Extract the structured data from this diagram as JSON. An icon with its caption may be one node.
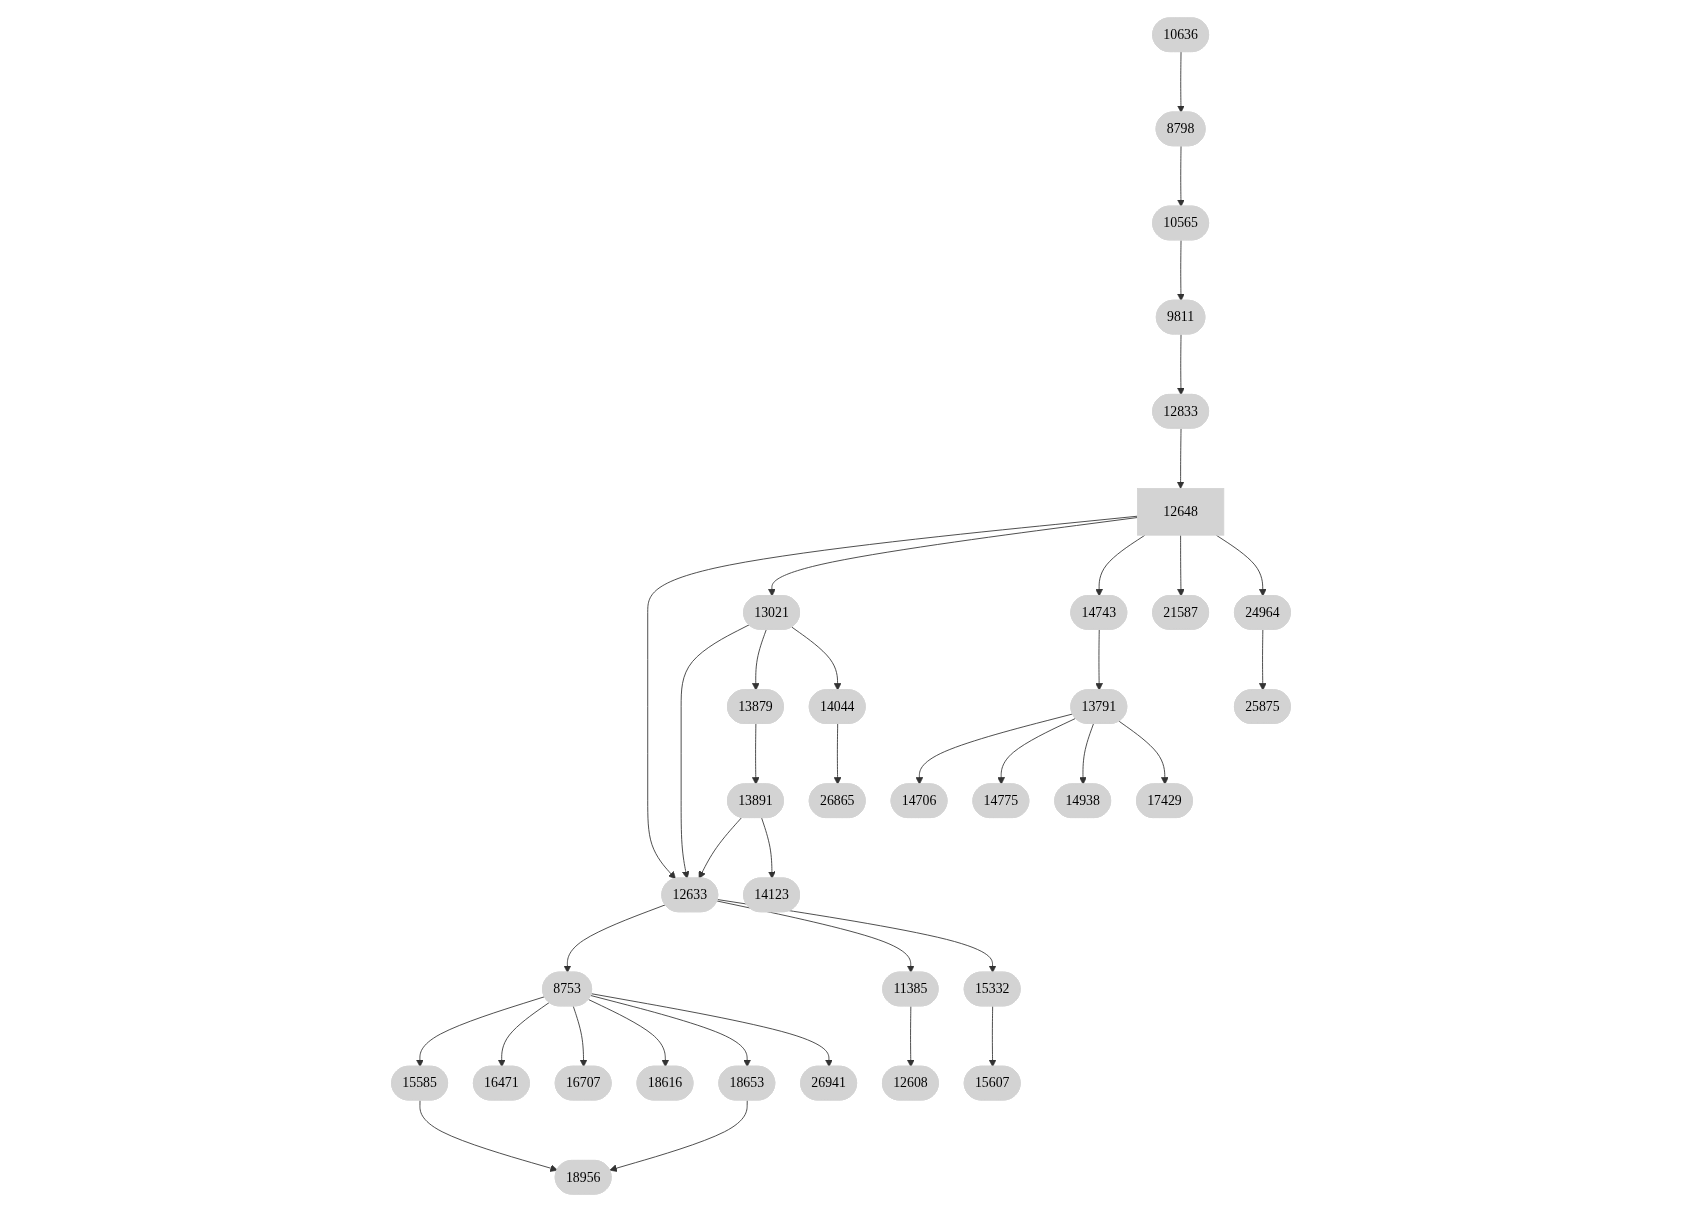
{
  "diagram": {
    "nodes": [
      {
        "text": [
          "10636"
        ]
      },
      {
        "text": [
          "8798"
        ]
      },
      {
        "text": [
          "10565"
        ]
      },
      {
        "text": [
          "9811"
        ]
      },
      {
        "text": [
          "12833"
        ]
      },
      {
        "text": [
          "12648"
        ]
      },
      {
        "text": [
          "13021"
        ]
      },
      {
        "text": [
          "14743"
        ]
      },
      {
        "text": [
          "21587"
        ]
      },
      {
        "text": [
          "24964"
        ]
      },
      {
        "text": [
          "13879"
        ]
      },
      {
        "text": [
          "14044"
        ]
      },
      {
        "text": [
          "13791"
        ]
      },
      {
        "text": [
          "25875"
        ]
      },
      {
        "text": [
          "13891"
        ]
      },
      {
        "text": [
          "26865"
        ]
      },
      {
        "text": [
          "14706"
        ]
      },
      {
        "text": [
          "14775"
        ]
      },
      {
        "text": [
          "14938"
        ]
      },
      {
        "text": [
          "17429"
        ]
      },
      {
        "text": [
          "12633"
        ]
      },
      {
        "text": [
          "14123"
        ]
      },
      {
        "text": [
          "8753"
        ]
      },
      {
        "text": [
          "11385"
        ]
      },
      {
        "text": [
          "15332"
        ]
      },
      {
        "text": [
          "15585"
        ]
      },
      {
        "text": [
          "16471"
        ]
      },
      {
        "text": [
          "16707"
        ]
      },
      {
        "text": [
          "18616"
        ]
      },
      {
        "text": [
          "18653"
        ]
      },
      {
        "text": [
          "26941"
        ]
      },
      {
        "text": [
          "12608"
        ]
      },
      {
        "text": [
          "15607"
        ]
      },
      {
        "text": [
          "18956"
        ]
      }
    ],
    "edges": [
      {
        "from": 0,
        "to": 1,
        "arrow": "to"
      },
      {
        "from": 1,
        "to": 2,
        "arrow": "to"
      },
      {
        "from": 2,
        "to": 3,
        "arrow": "to"
      },
      {
        "from": 3,
        "to": 4,
        "arrow": "to"
      },
      {
        "from": 4,
        "to": 5,
        "arrow": "to"
      },
      {
        "from": 5,
        "to": 20,
        "arrow": "to"
      },
      {
        "from": 5,
        "to": 6,
        "arrow": "to"
      },
      {
        "from": 5,
        "to": 7,
        "arrow": "to"
      },
      {
        "from": 5,
        "to": 8,
        "arrow": "to"
      },
      {
        "from": 5,
        "to": 9,
        "arrow": "to"
      },
      {
        "from": 6,
        "to": 20,
        "arrow": "to"
      },
      {
        "from": 6,
        "to": 10,
        "arrow": "to"
      },
      {
        "from": 6,
        "to": 11,
        "arrow": "to"
      },
      {
        "from": 7,
        "to": 12,
        "arrow": "to"
      },
      {
        "from": 9,
        "to": 13,
        "arrow": "to"
      },
      {
        "from": 10,
        "to": 14,
        "arrow": "to"
      },
      {
        "from": 11,
        "to": 15,
        "arrow": "to"
      },
      {
        "from": 12,
        "to": 16,
        "arrow": "to"
      },
      {
        "from": 12,
        "to": 17,
        "arrow": "to"
      },
      {
        "from": 12,
        "to": 18,
        "arrow": "to"
      },
      {
        "from": 12,
        "to": 19,
        "arrow": "to"
      },
      {
        "from": 14,
        "to": 20,
        "arrow": "to"
      },
      {
        "from": 14,
        "to": 21,
        "arrow": "to"
      },
      {
        "from": 20,
        "to": 22,
        "arrow": "to"
      },
      {
        "from": 20,
        "to": 23,
        "arrow": "to"
      },
      {
        "from": 20,
        "to": 24,
        "arrow": "to"
      },
      {
        "from": 22,
        "to": 25,
        "arrow": "to"
      },
      {
        "from": 22,
        "to": 26,
        "arrow": "to"
      },
      {
        "from": 22,
        "to": 27,
        "arrow": "to"
      },
      {
        "from": 22,
        "to": 28,
        "arrow": "to"
      },
      {
        "from": 22,
        "to": 29,
        "arrow": "to"
      },
      {
        "from": 22,
        "to": 30,
        "arrow": "to"
      },
      {
        "from": 23,
        "to": 31,
        "arrow": "to"
      },
      {
        "from": 24,
        "to": 32,
        "arrow": "to"
      },
      {
        "from": 25,
        "to": 33,
        "arrow": "to"
      },
      {
        "from": 29,
        "to": 33,
        "arrow": "to"
      }
    ]
  }
}
